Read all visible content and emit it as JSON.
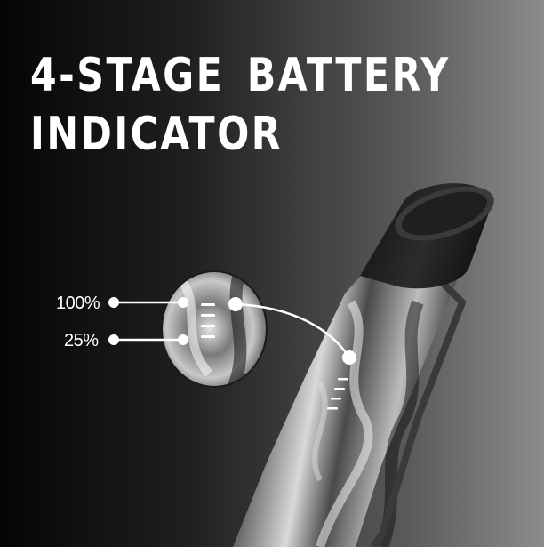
{
  "headline": {
    "line1": "4-STAGE BATTERY",
    "line2": "INDICATOR"
  },
  "callouts": {
    "top_label": "100%",
    "bottom_label": "25%"
  },
  "colors": {
    "text": "#ffffff",
    "background_dark": "#050505",
    "background_light": "#8c8c8c"
  }
}
